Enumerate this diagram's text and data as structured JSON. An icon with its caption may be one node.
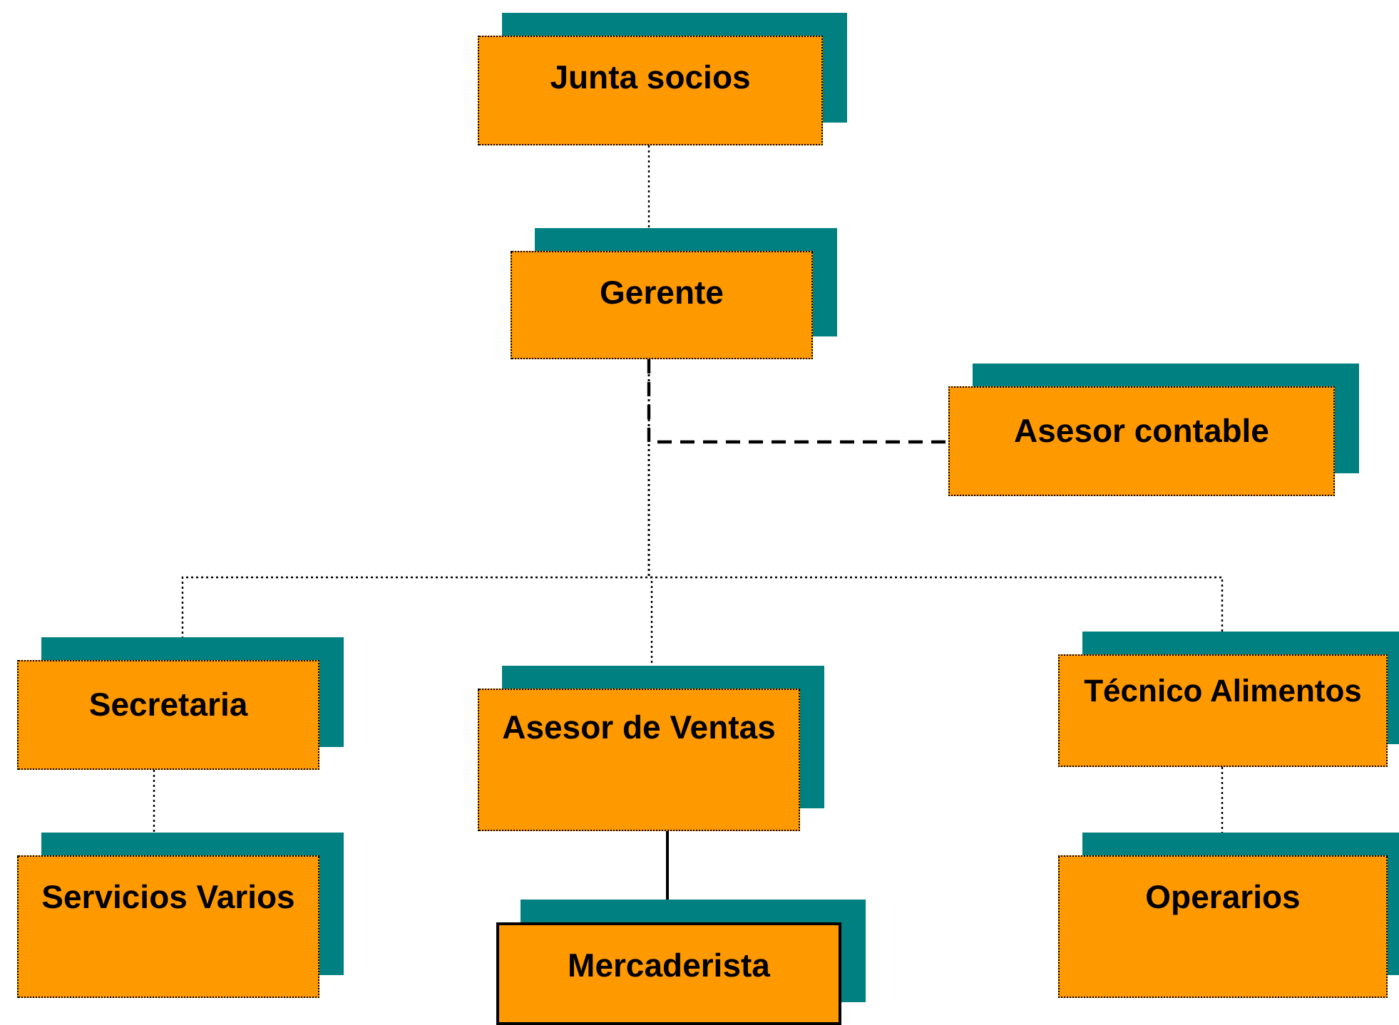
{
  "diagram": {
    "nodes": [
      {
        "text": [
          "Junta socios"
        ]
      },
      {
        "text": [
          "Gerente"
        ]
      },
      {
        "text": [
          "Asesor contable"
        ]
      },
      {
        "text": [
          "Secretaria"
        ]
      },
      {
        "text": [
          "Asesor de Ventas"
        ]
      },
      {
        "text": [
          "Técnico Alimentos"
        ]
      },
      {
        "text": [
          "Servicios Varios"
        ]
      },
      {
        "text": [
          "Mercaderista"
        ]
      },
      {
        "text": [
          "Operarios"
        ]
      }
    ],
    "edges": [
      {
        "from": 0,
        "to": 1,
        "arrow": "none",
        "style": "dashed"
      },
      {
        "from": 1,
        "to": 2,
        "arrow": "none",
        "style": "dashed"
      },
      {
        "from": 1,
        "to": 3,
        "arrow": "none",
        "style": "dashed"
      },
      {
        "from": 1,
        "to": 4,
        "arrow": "none",
        "style": "dashed"
      },
      {
        "from": 1,
        "to": 5,
        "arrow": "none",
        "style": "dashed"
      },
      {
        "from": 3,
        "to": 6,
        "arrow": "none",
        "style": "dashed"
      },
      {
        "from": 4,
        "to": 7,
        "arrow": "none"
      },
      {
        "from": 5,
        "to": 8,
        "arrow": "none",
        "style": "dashed"
      }
    ]
  }
}
